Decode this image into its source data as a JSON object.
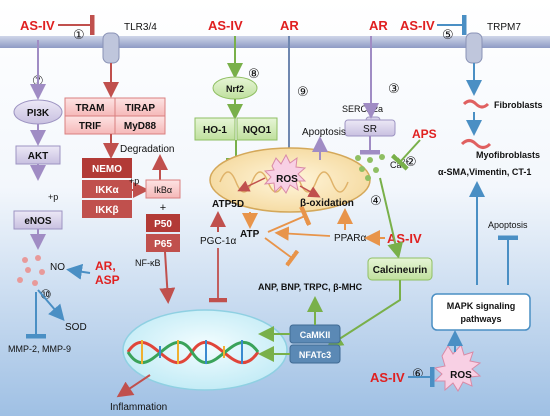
{
  "agents": {
    "as_iv_top_left": "AS-IV",
    "as_iv_nrf2": "AS-IV",
    "ar_center": "AR",
    "ar_right": "AR",
    "as_iv_trpm7": "AS-IV",
    "aps": "APS",
    "as_iv_ppar": "AS-IV",
    "ar_asp": "AR,\nASP",
    "as_iv_bottom": "AS-IV"
  },
  "pathway_numbers": [
    "①",
    "②",
    "③",
    "④",
    "⑤",
    "⑥",
    "⑦",
    "⑧",
    "⑨",
    "⑩"
  ],
  "receptors": {
    "tlr": "TLR3/4",
    "trpm7": "TRPM7",
    "serca": "SERCA2a"
  },
  "tlr_adaptors": [
    "TRAM",
    "TIRAP",
    "TRIF",
    "MyD88"
  ],
  "nfkb_pathway": {
    "nemo": "NEMO",
    "ikka": "IKKα",
    "ikkb": "IKKβ",
    "plus_p": "+p",
    "ikba": "IkBα",
    "plus": "+",
    "p50": "P50",
    "p65": "P65",
    "degradation": "Degradation",
    "nfkb": "NF-κB"
  },
  "pi3k_pathway": {
    "pi3k": "PI3K",
    "akt": "AKT",
    "plus_p": "+p",
    "enos": "eNOS",
    "no": "NO",
    "sod": "SOD",
    "mmp": "MMP-2, MMP-9"
  },
  "nrf2_pathway": {
    "nrf2": "Nrf2",
    "ho1": "HO-1",
    "nqo1": "NQO1"
  },
  "mitochondria": {
    "ros": "ROS",
    "atp5d": "ATP5D",
    "beta_ox": "β-oxidation",
    "atp": "ATP",
    "pgc": "PGC-1α",
    "ppar": "PPARα",
    "apoptosis": "Apoptosis"
  },
  "calcium": {
    "sr": "SR",
    "ca": "Ca",
    "ca_sup": "2+",
    "calcineurin": "Calcineurin"
  },
  "fibrosis": {
    "fibroblasts": "Fibroblasts",
    "myofibroblasts": "Myofibroblasts",
    "markers": "α-SMA,Vimentin, CT-1",
    "apoptosis": "Apoptosis"
  },
  "nucleus": {
    "camkii": "CaMKII",
    "nfatc3": "NFATc3",
    "hypertrophy_genes": "ANP, BNP, TRPC, β-MHC",
    "inflammation": "Inflammation"
  },
  "mapk": {
    "label": "MAPK signaling\npathways",
    "ros": "ROS"
  }
}
